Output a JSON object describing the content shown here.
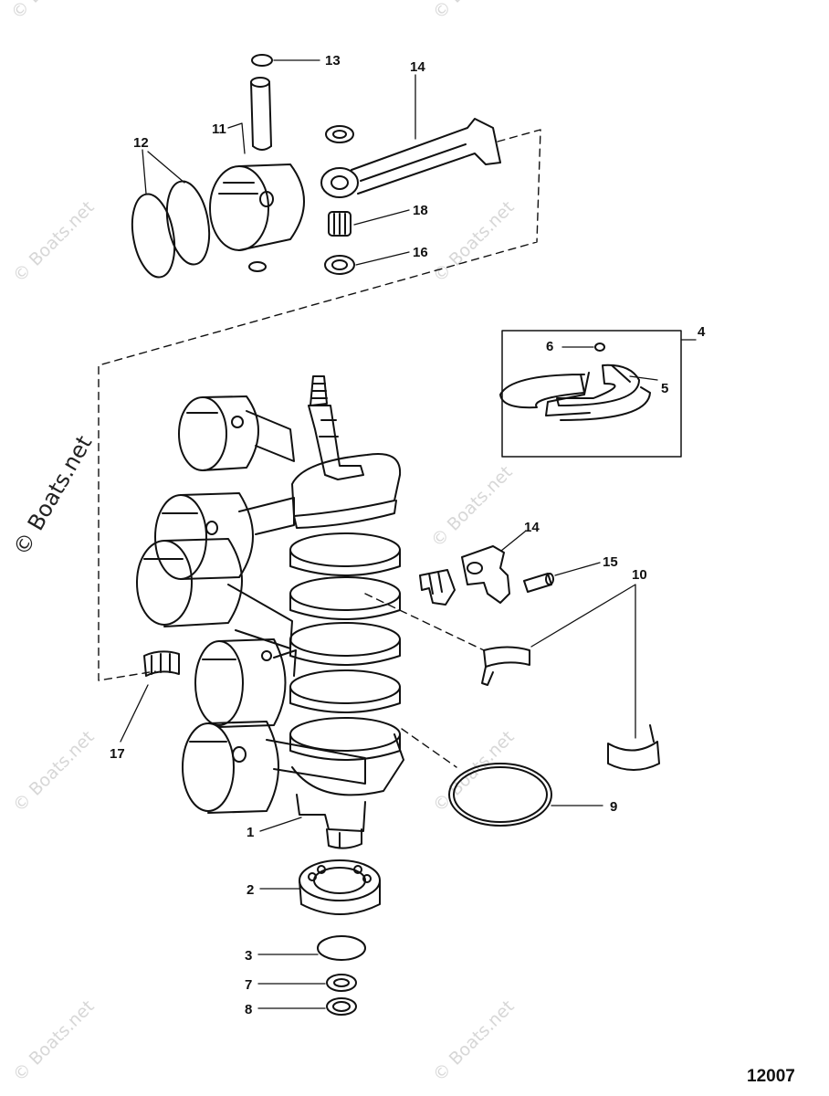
{
  "diagram": {
    "figure_number": "12007",
    "watermark": "© Boats.net",
    "callouts": {
      "c1": "1",
      "c2": "2",
      "c3": "3",
      "c4": "4",
      "c5": "5",
      "c6": "6",
      "c7": "7",
      "c8": "8",
      "c9": "9",
      "c10": "10",
      "c11": "11",
      "c12": "12",
      "c13": "13",
      "c14a": "14",
      "c14b": "14",
      "c15": "15",
      "c16": "16",
      "c17": "17",
      "c18": "18"
    },
    "colors": {
      "line": "#111111",
      "watermark": "#d7d7d7"
    }
  }
}
